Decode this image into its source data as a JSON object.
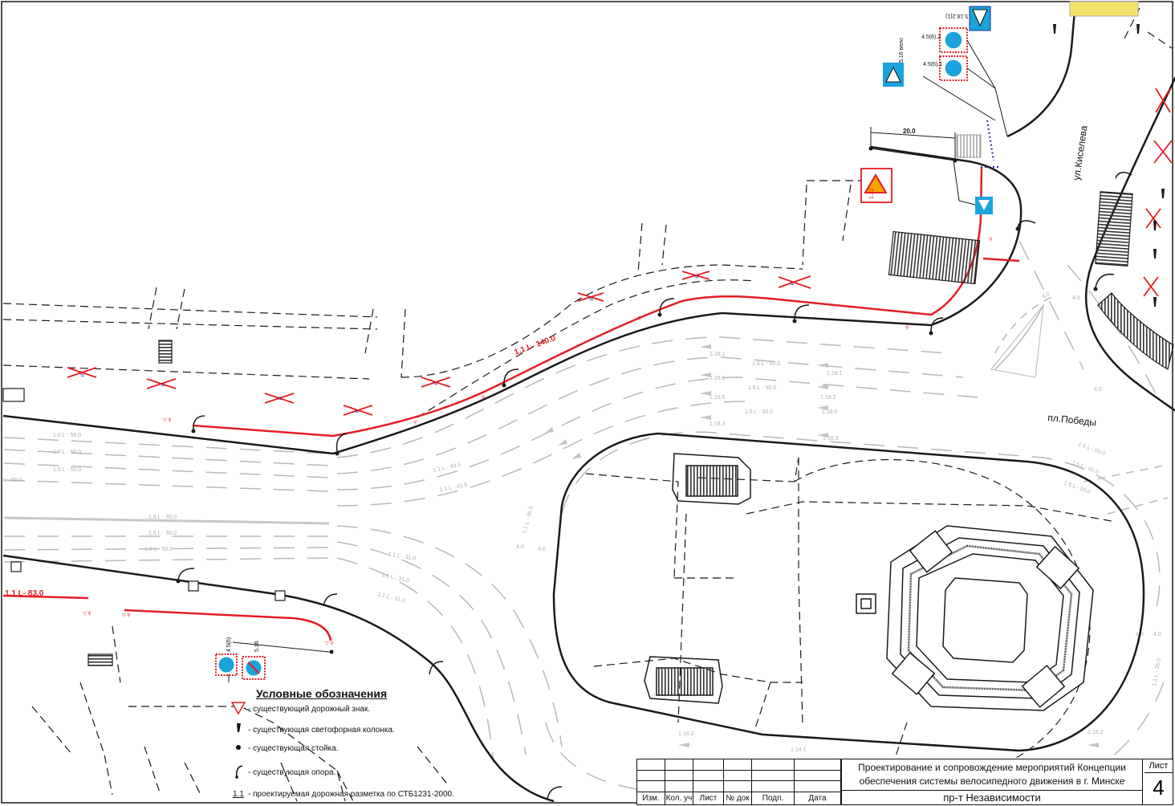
{
  "map": {
    "street_kiseleva": "ул.Киселева",
    "square_pobedy": "пл.Победы",
    "dim_20": "20.0",
    "marking_main": "1.1  L- 140.0",
    "marking_lower": "1.1  L- 83.0",
    "lane_labels": [
      "1.6   L - 50.0",
      "1.6   L - 50.0",
      "1.6   L - 50.0",
      "1.1   L - 40.5",
      "1.1   L - 43.5",
      "1.1   L - 31.0",
      "1.1   L - 31.0",
      "1.1   L - 31.0",
      "1.1   L - 36.5"
    ],
    "sign_labels": [
      "5.16.2(1)",
      "4.5(6).2",
      "4.5(6).1",
      "5.16 вело",
      "1.22",
      "4.5(6)",
      "5.16"
    ],
    "marking_codes": [
      "1.18.1",
      "1.18.1",
      "1.18.1",
      "1.18.5",
      "1.18.3",
      "1.18.3",
      "1.18.2",
      "1.18.6",
      "1.16.2",
      "1.14.1"
    ],
    "lane_width": "4.0"
  },
  "legend": {
    "title": "Условные обозначения",
    "items": [
      {
        "icon": "triangle-sign-icon",
        "text": "- существующий дорожный знак."
      },
      {
        "icon": "traffic-light-icon",
        "text": "- существующая светофорная колонка."
      },
      {
        "icon": "post-dot-icon",
        "text": "- существующая стойка."
      },
      {
        "icon": "lamp-pole-icon",
        "text": "- существующая опора."
      },
      {
        "icon": "marking-line-icon",
        "symbol": "1.1",
        "text": "- проектируемая дорожная разметка по СТБ1231-2000."
      }
    ]
  },
  "title_block": {
    "headers": [
      "Изм.",
      "Кол. уч",
      "Лист",
      "№ док",
      "Подп.",
      "Дата"
    ],
    "project_line1": "Проектирование и сопровождение мероприятий Концепции",
    "project_line2": "обеспечения системы велосипедного движения в г. Минске",
    "project_line3": "пр-т Независимости",
    "sheet_label": "Лист",
    "sheet_number": "4"
  },
  "colors": {
    "ink": "#1a1a1a",
    "grey": "#b8b8b8",
    "red": "#e31e24",
    "blue": "#1aa3dc",
    "navy": "#1f2f8f"
  }
}
